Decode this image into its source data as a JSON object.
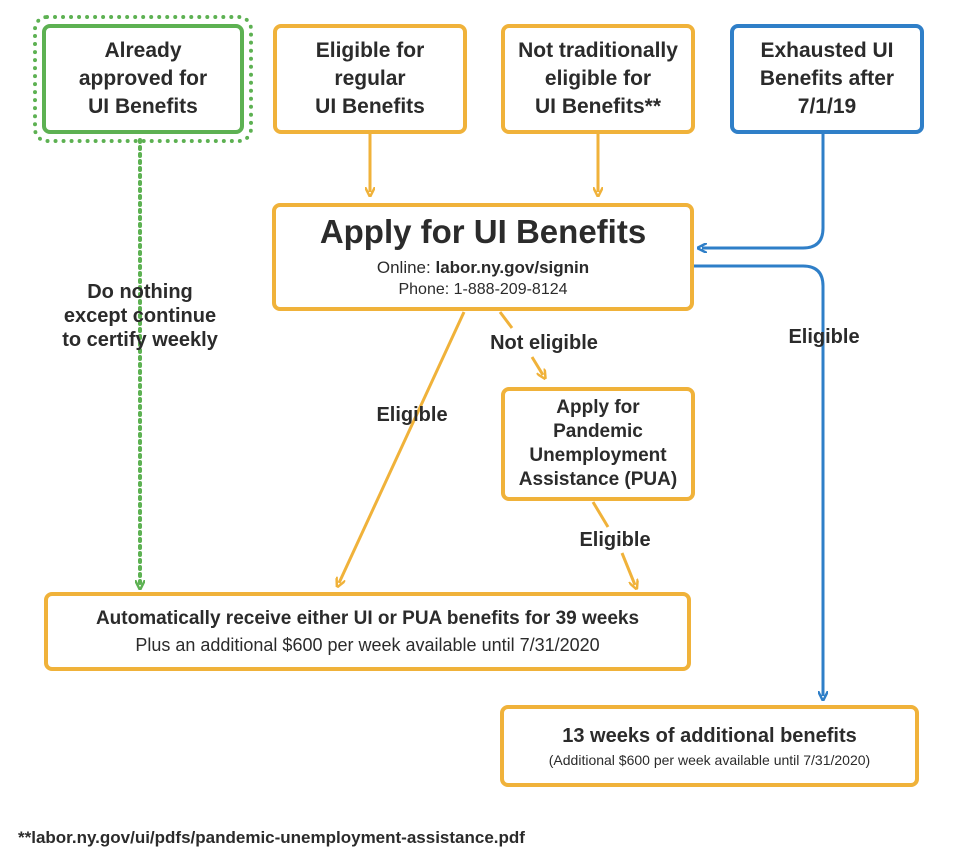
{
  "colors": {
    "yellow": "#f0b23a",
    "green": "#5db152",
    "blue": "#2f7fc8",
    "text": "#2b2b2b"
  },
  "boxes": {
    "already_approved": "Already\napproved for\nUI Benefits",
    "eligible_regular": "Eligible for\nregular\nUI Benefits",
    "not_traditional": "Not traditionally\neligible for\nUI Benefits**",
    "exhausted": "Exhausted UI\nBenefits after\n7/1/19",
    "apply": {
      "title": "Apply for UI Benefits",
      "online_label": "Online: ",
      "online_value": "labor.ny.gov/signin",
      "phone": "Phone: 1-888-209-8124"
    },
    "pua": "Apply for\nPandemic\nUnemployment\nAssistance (PUA)",
    "auto": {
      "title": "Automatically receive either UI or PUA benefits for 39 weeks",
      "sub": "Plus an additional $600 per week available until 7/31/2020"
    },
    "thirteen": {
      "title": "13 weeks of additional benefits",
      "sub": "(Additional $600 per week available until 7/31/2020)"
    }
  },
  "labels": {
    "do_nothing": "Do nothing\nexcept continue\nto certify weekly",
    "not_eligible": "Not eligible",
    "eligible_left": "Eligible",
    "eligible_pua": "Eligible",
    "eligible_right": "Eligible"
  },
  "footnote": "**labor.ny.gov/ui/pdfs/pandemic-unemployment-assistance.pdf"
}
